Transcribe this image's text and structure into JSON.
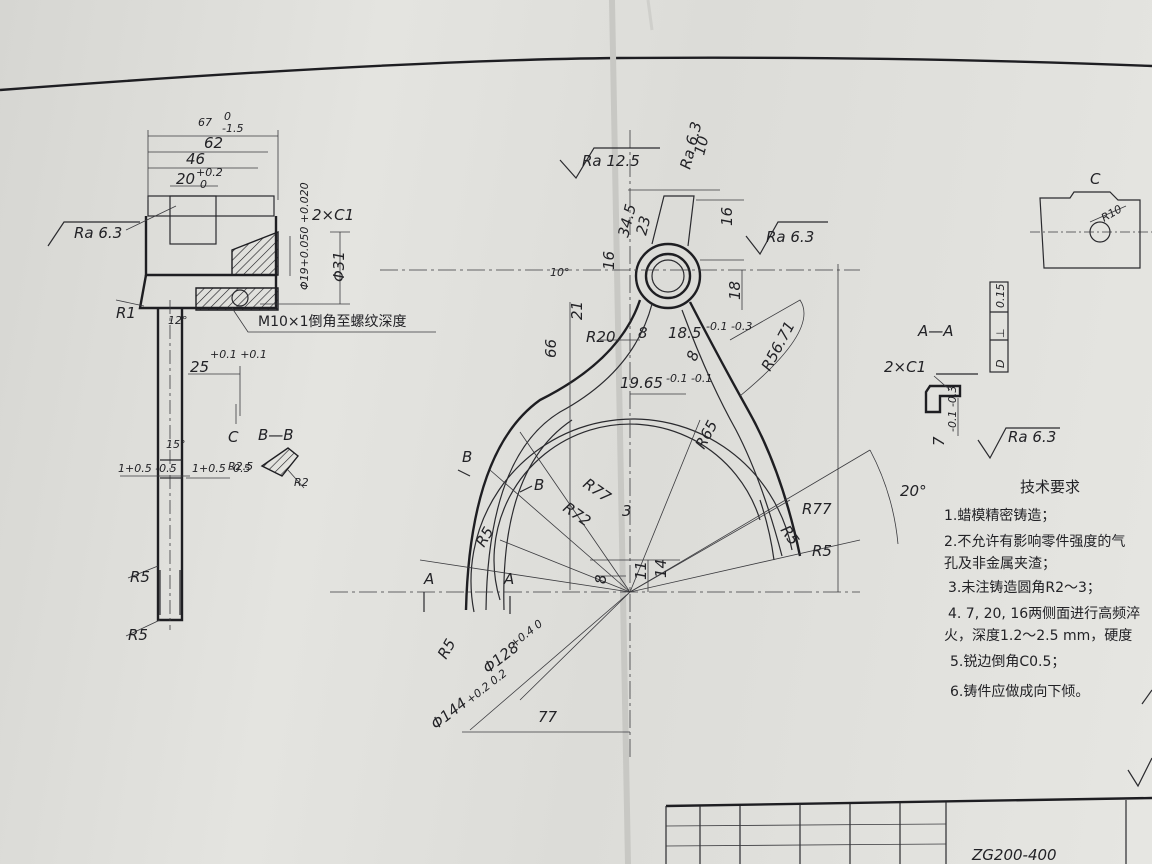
{
  "side_view": {
    "dim_67": "67",
    "dim_67_upper": "0",
    "dim_67_lower": "-1.5",
    "dim_62": "62",
    "dim_46": "46",
    "dim_20": "20",
    "dim_20_upper": "+0.2",
    "dim_20_lower": "0",
    "ra_left": "Ra 6.3",
    "chamfer": "2×C1",
    "bore_phi19": "Φ19+0.050 +0.020",
    "phi31": "Φ31",
    "r1": "R1",
    "thread_note": "M10×1倒角至螺纹深度",
    "angle_12": "12°",
    "dim_25": "25",
    "dim_25_tol": "+0.1 +0.1",
    "view_c": "C",
    "section_bb": "B—B",
    "angle_15": "15°",
    "dim_1_left": "1+0.5 -0.5",
    "dim_1_right": "1+0.5 -0.5",
    "r25": "R2.5",
    "r2": "R2",
    "r5_upper": "R5",
    "r5_lower": "R5"
  },
  "fork_view": {
    "ra125": "Ra 12.5",
    "ra63_top": "Ra 6.3",
    "dim_10": "10",
    "dim_34_5": "34.5",
    "dim_23": "23",
    "dim_16_right": "16",
    "ra63_right": "Ra 6.3",
    "dim_16_left": "16",
    "angle_10": "10°",
    "dim_21": "21",
    "dim_18": "18",
    "r20": "R20",
    "dim_8_left": "8",
    "dim_18_5": "18.5",
    "dim_18_5_tol": "-0.1 -0.3",
    "dim_8_right": "8",
    "dim_66": "66",
    "r56_71": "R56.71",
    "dim_19_65": "19.65",
    "dim_19_65_tol": "-0.1 -0.1",
    "r65": "R65",
    "b_upper": "B",
    "b_lower": "B",
    "r77_left": "R77",
    "r72": "R72",
    "dim_3": "3",
    "angle_20": "20°",
    "r77_right": "R77",
    "r5_arm": "R5",
    "r5_right": "R5",
    "r5_inner": "R5",
    "dim_8_center": "8",
    "dim_11": "11",
    "dim_14": "14",
    "a_left": "A",
    "a_right": "A",
    "r5_bottom": "R5",
    "phi128": "Φ128",
    "phi128_tol": "+0.4 0",
    "phi144": "Φ144",
    "phi144_tol": "+0.2 0.2",
    "dim_77": "77"
  },
  "view_c": {
    "label": "C",
    "r10": "R10"
  },
  "section_aa": {
    "label": "A—A",
    "tolerance_value": "0.15",
    "perp_symbol": "⊥",
    "datum": "D",
    "chamfer": "2×C1",
    "dim_7": "7",
    "dim_7_tol": "-0.1 -0.3",
    "ra63": "Ra 6.3"
  },
  "technical_requirements": {
    "title": "技术要求",
    "items": [
      "1.蜡模精密铸造；",
      "2.不允许有影响零件强度的气",
      "孔及非金属夹渣；",
      "3.未注铸造圆角R2～3；",
      "4. 7, 20, 16两侧面进行高频淬",
      "火，深度1.2～2.5 mm，硬度",
      "5.锐边倒角C0.5；",
      "6.铸件应做成向下倾。"
    ]
  },
  "title_block": {
    "material": "ZG200-400"
  }
}
